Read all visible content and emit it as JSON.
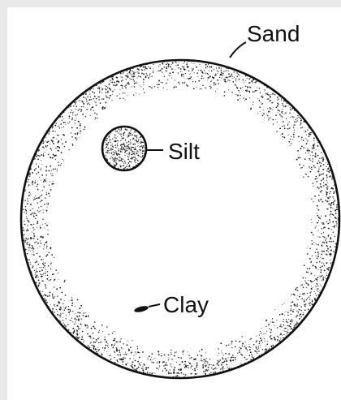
{
  "diagram": {
    "labels": {
      "sand": "Sand",
      "silt": "Silt",
      "clay": "Clay"
    },
    "colors": {
      "background": "#e9e9e9",
      "panel": "#ffffff",
      "outline": "#111111",
      "stipple": "#1a1a1a"
    }
  }
}
